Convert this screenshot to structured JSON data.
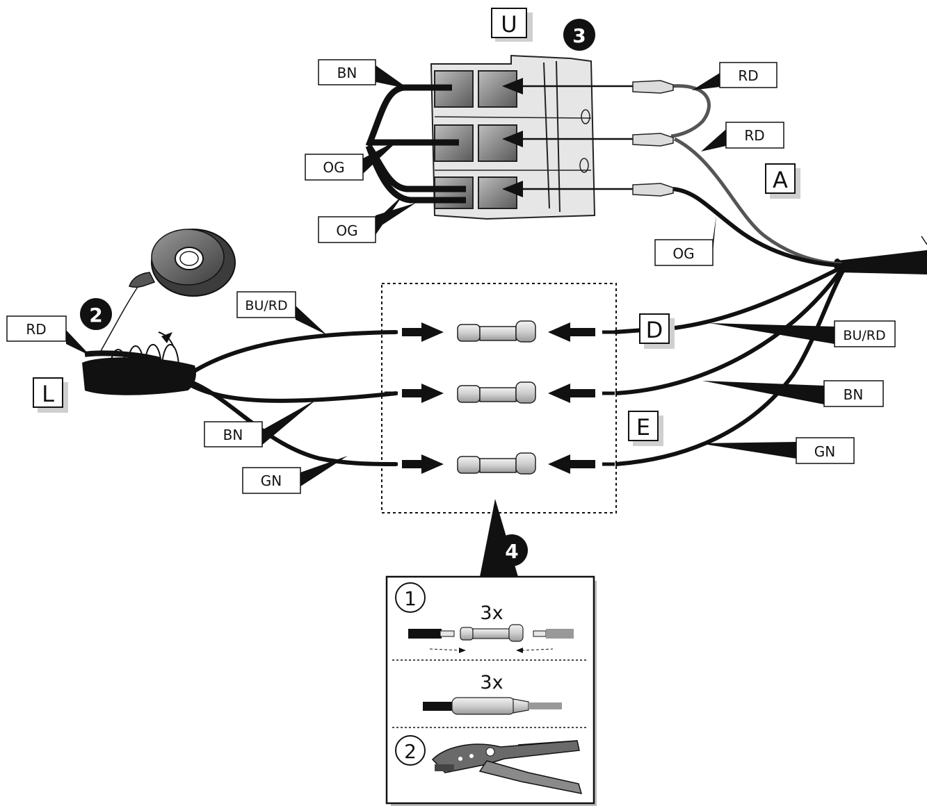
{
  "wire_labels": {
    "bn_top": "BN",
    "og_mid": "OG",
    "og_low": "OG",
    "rd_top": "RD",
    "rd_mid": "RD",
    "og_right": "OG",
    "rd_left": "RD",
    "bu_rd_left": "BU/RD",
    "bn_left": "BN",
    "gn_left": "GN",
    "bu_rd_right": "BU/RD",
    "bn_right": "BN",
    "gn_right": "GN"
  },
  "letter_labels": {
    "u": "U",
    "a": "A",
    "l": "L",
    "d": "D",
    "e": "E"
  },
  "step_badges": {
    "two": "2",
    "three": "3",
    "four": "4"
  },
  "inset": {
    "step1_number": "1",
    "step2_number": "2",
    "qty_top": "3x",
    "qty_bottom": "3x"
  },
  "colors": {
    "wire": "#111111",
    "wire_red": "#555555",
    "connector_fill": "#dcdcdc",
    "block_fill": "#e6e6e6"
  }
}
